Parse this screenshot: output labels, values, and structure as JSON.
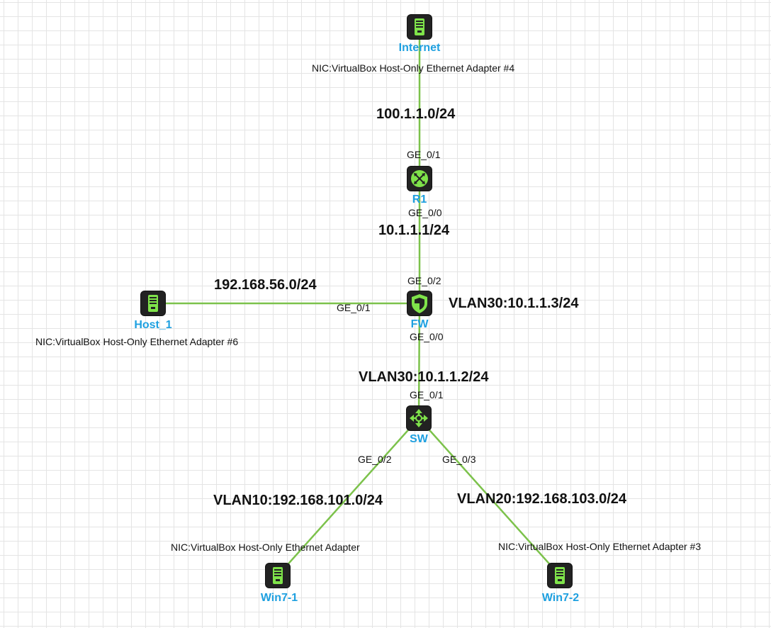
{
  "colors": {
    "link": "#7cc24b",
    "device_icon": "#7fe34a",
    "device_label": "#1ea0e0"
  },
  "devices": {
    "internet": {
      "label": "Internet",
      "icon": "server-icon"
    },
    "r1": {
      "label": "R1",
      "icon": "router-icon"
    },
    "fw": {
      "label": "FW",
      "icon": "firewall-icon"
    },
    "host1": {
      "label": "Host_1",
      "icon": "server-icon"
    },
    "sw": {
      "label": "SW",
      "icon": "switch-icon"
    },
    "win7_1": {
      "label": "Win7-1",
      "icon": "server-icon"
    },
    "win7_2": {
      "label": "Win7-2",
      "icon": "server-icon"
    }
  },
  "ports": {
    "r1_ge01": "GE_0/1",
    "r1_ge00": "GE_0/0",
    "fw_ge02": "GE_0/2",
    "fw_ge01": "GE_0/1",
    "fw_ge00": "GE_0/0",
    "sw_ge01": "GE_0/1",
    "sw_ge02": "GE_0/2",
    "sw_ge03": "GE_0/3"
  },
  "networks": {
    "internet_r1": "100.1.1.0/24",
    "r1_fw": "10.1.1.1/24",
    "host_fw": "192.168.56.0/24",
    "fw_vlan": "VLAN30:10.1.1.3/24",
    "sw_vlan": "VLAN30:10.1.1.2/24",
    "vlan10": "VLAN10:192.168.101.0/24",
    "vlan20": "VLAN20:192.168.103.0/24"
  },
  "nics": {
    "internet": "NIC:VirtualBox Host-Only Ethernet Adapter #4",
    "host1": "NIC:VirtualBox Host-Only Ethernet Adapter #6",
    "win7_1": "NIC:VirtualBox Host-Only Ethernet Adapter",
    "win7_2": "NIC:VirtualBox Host-Only Ethernet Adapter #3"
  }
}
